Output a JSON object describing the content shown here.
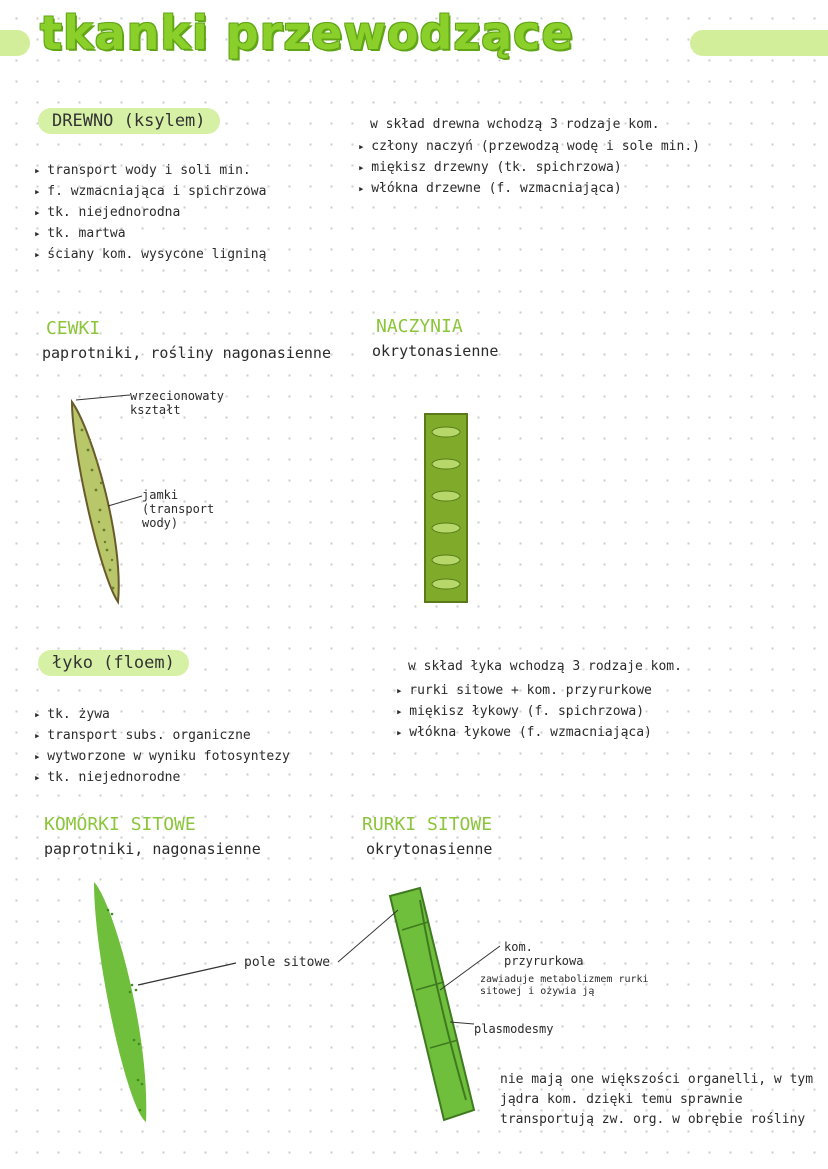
{
  "title": "tkanki przewodzące",
  "xylem": {
    "pill": "DREWNO (ksylem)",
    "bullets": [
      "transport wody i soli min.",
      "f. wzmacniająca i spichrzowa",
      "tk. niejednorodna",
      "tk. martwa",
      "ściany kom. wysycone ligniną"
    ],
    "composition_intro": "w skład drewna wchodzą 3 rodzaje kom.",
    "composition": [
      "człony naczyń (przewodzą wodę i sole min.)",
      "miękisz drzewny (tk. spichrzowa)",
      "włókna drzewne (f. wzmacniająca)"
    ],
    "tracheids": {
      "heading": "CEWKI",
      "sub": "paprotniki, rośliny nagonasienne",
      "label_shape": "wrzecionowaty kształt",
      "label_pits": "jamki (transport wody)"
    },
    "vessels": {
      "heading": "NACZYNIA",
      "sub": "okrytonasienne"
    }
  },
  "phloem": {
    "pill": "łyko (floem)",
    "bullets": [
      "tk. żywa",
      "transport subs. organiczne",
      "wytworzone w wyniku fotosyntezy",
      "tk. niejednorodne"
    ],
    "composition_intro": "w skład łyka wchodzą 3 rodzaje kom.",
    "composition": [
      "rurki sitowe + kom. przyrurkowe",
      "miękisz łykowy (f. spichrzowa)",
      "włókna łykowe (f. wzmacniająca)"
    ],
    "sieve_cells": {
      "heading": "KOMÓRKI SITOWE",
      "sub": "paprotniki, nagonasienne",
      "label": "pole sitowe"
    },
    "sieve_tubes": {
      "heading": "RURKI SITOWE",
      "sub": "okrytonasienne",
      "label_companion": "kom. przyrurkowa",
      "label_companion_desc": "zawiaduje metabolizmem rurki sitowej i ożywia ją",
      "label_plasmodesmata": "plasmodesmy",
      "note": "nie mają one większości organelli, w tym jądra kom. dzięki temu sprawnie transportują zw. org. w obrębie rośliny"
    }
  },
  "colors": {
    "title": "#8bd02a",
    "pill": "#d6f0a6",
    "heading": "#8bc63a",
    "tracheid_fill": "#b7c76a",
    "vessel_fill": "#7faa2a",
    "sieve_fill": "#6fbf3c"
  }
}
